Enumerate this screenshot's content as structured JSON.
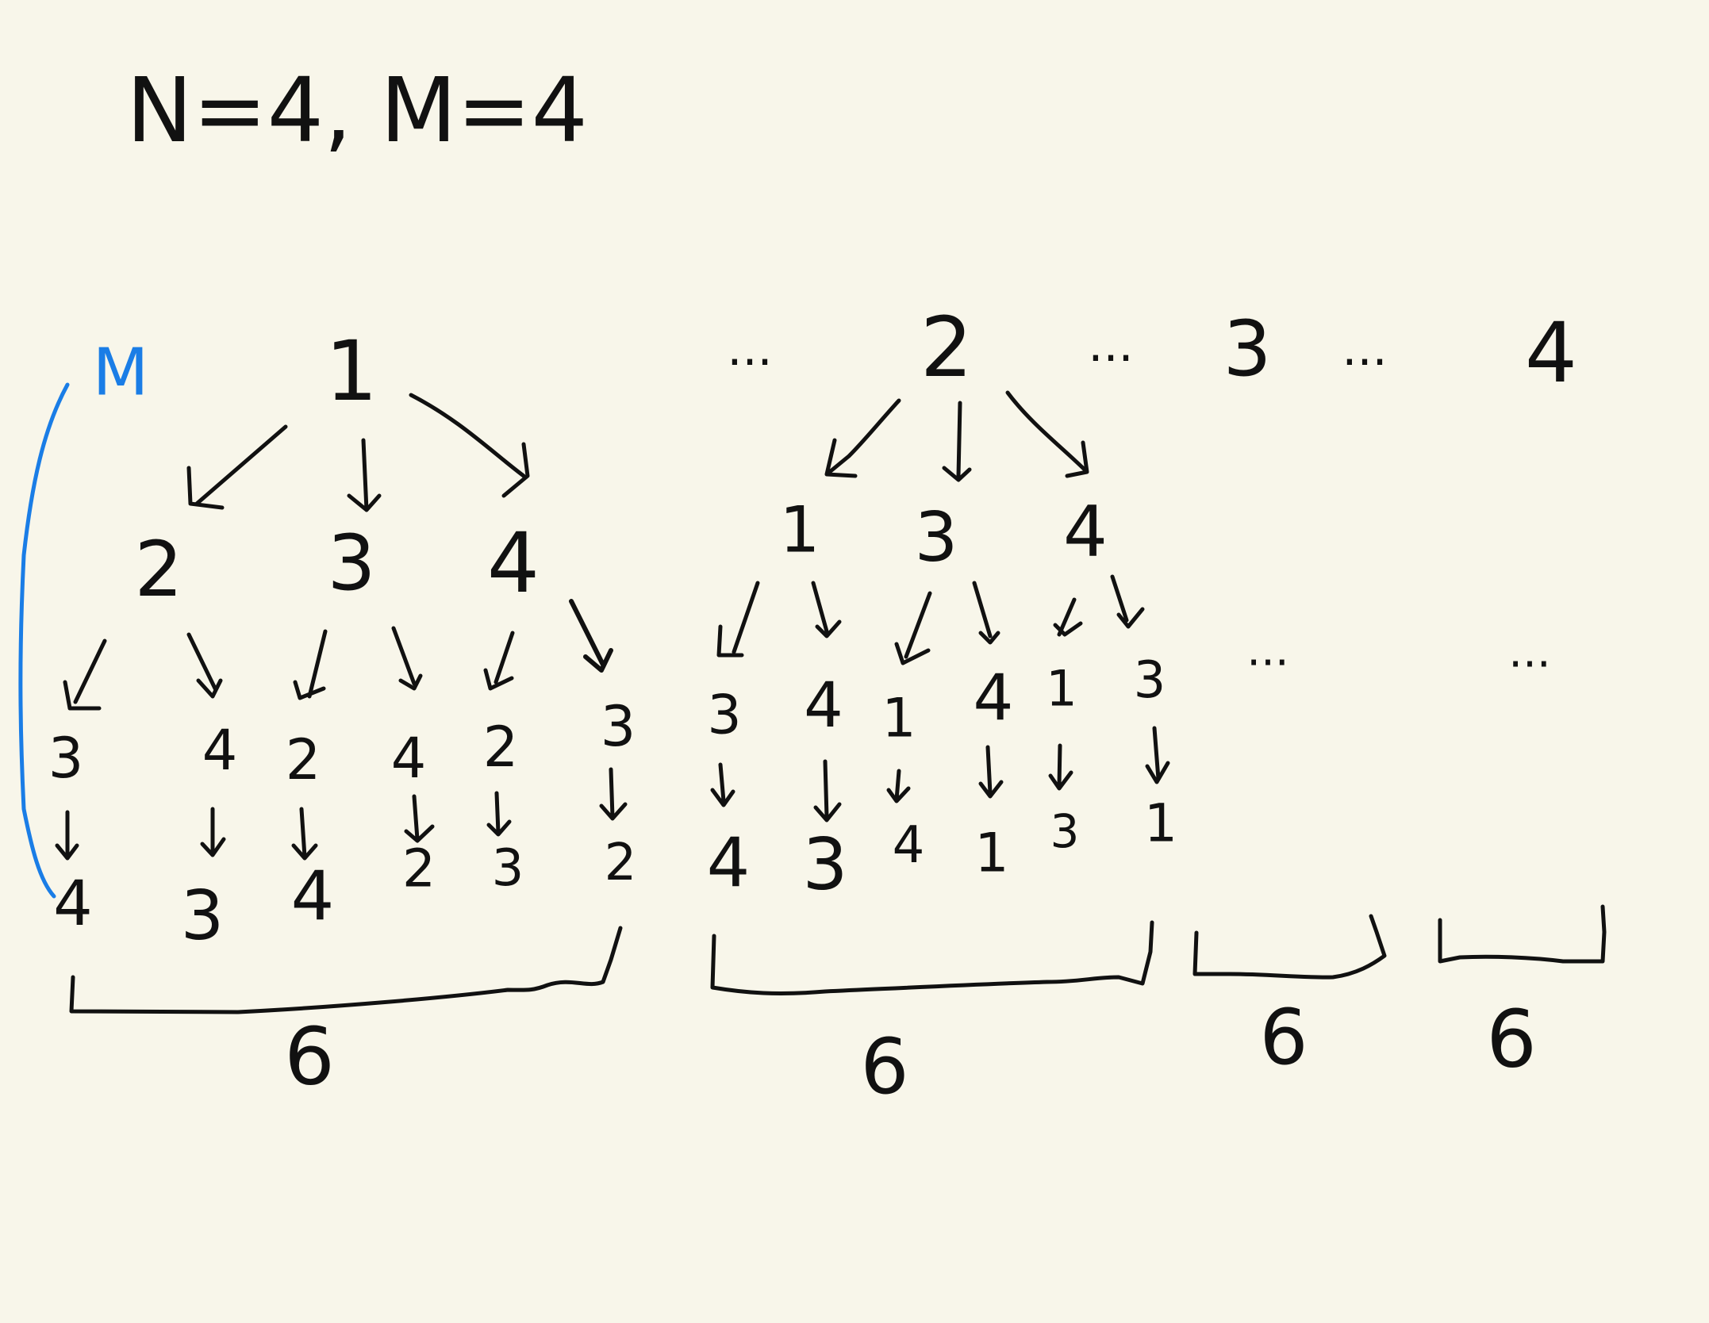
{
  "header": {
    "text": "N=4, M=4"
  },
  "depth_marker": {
    "label": "M",
    "color": "#1a7de6"
  },
  "ink_color": "#111111",
  "background_color": "#f8f6ea",
  "roots": [
    {
      "label": "1",
      "expanded": true
    },
    {
      "label": "2",
      "expanded": true
    },
    {
      "label": "3",
      "expanded": false
    },
    {
      "label": "4",
      "expanded": false
    }
  ],
  "tree_1": {
    "level1": [
      "2",
      "3",
      "4"
    ],
    "level2": [
      "3",
      "4",
      "2",
      "4",
      "2",
      "3"
    ],
    "level3": [
      "4",
      "3",
      "4",
      "2",
      "3",
      "2"
    ]
  },
  "tree_2": {
    "level1": [
      "1",
      "3",
      "4"
    ],
    "level2": [
      "3",
      "4",
      "1",
      "4",
      "1",
      "3"
    ],
    "level3": [
      "4",
      "3",
      "4",
      "1",
      "3",
      "1"
    ]
  },
  "group_counts": [
    "6",
    "6",
    "6",
    "6"
  ],
  "ellipsis": "..."
}
